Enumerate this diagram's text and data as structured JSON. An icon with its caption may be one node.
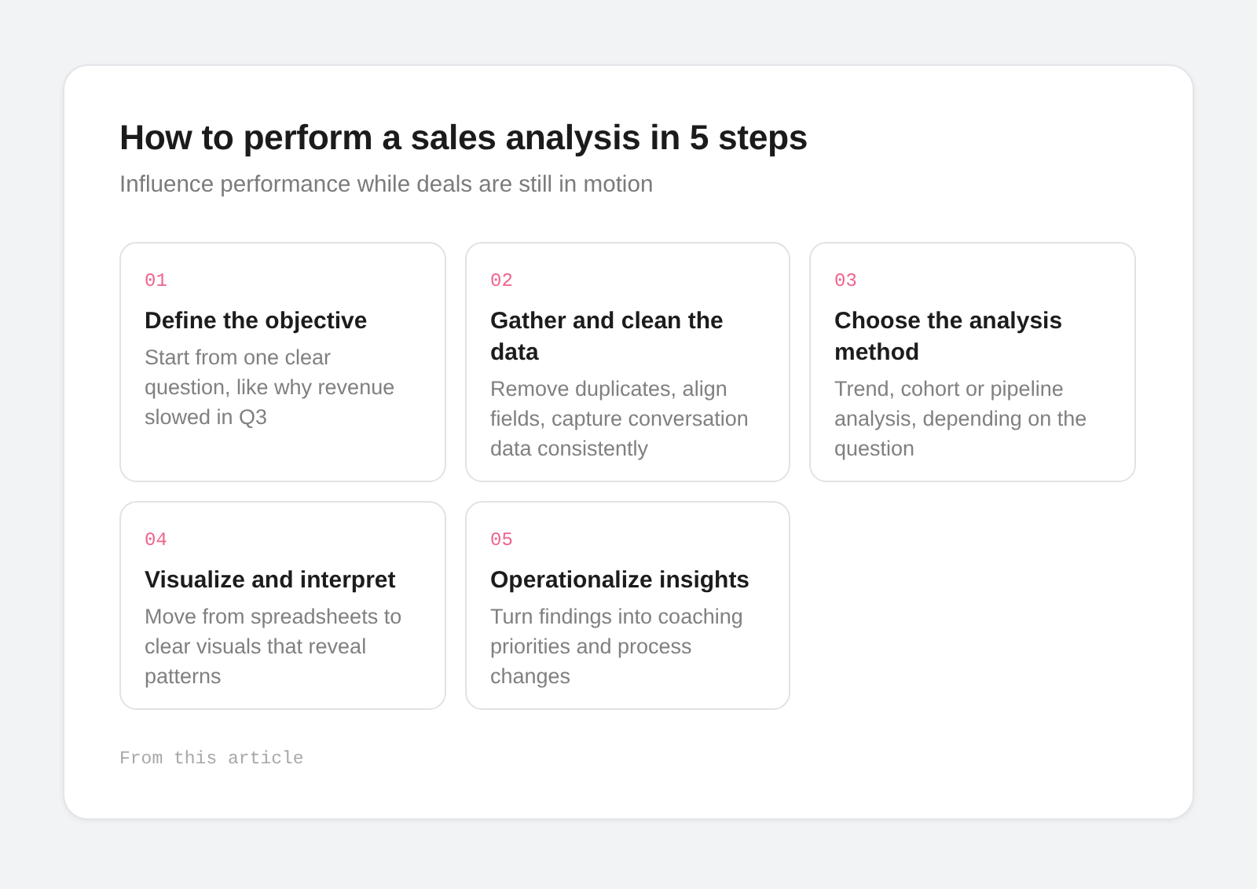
{
  "diagram": {
    "title": "How to perform a sales analysis in 5 steps",
    "caption": "Influence performance while deals are still in motion",
    "nodes": [
      {
        "text": [
          "01",
          "Define the objective",
          "Start from one clear question, like why revenue slowed in Q3"
        ]
      },
      {
        "text": [
          "02",
          "Gather and clean the data",
          "Remove duplicates, align fields, capture conversation data consistently"
        ]
      },
      {
        "text": [
          "03",
          "Choose the analysis method",
          "Trend, cohort or pipeline analysis, depending on the question"
        ]
      },
      {
        "text": [
          "04",
          "Visualize and interpret",
          "Move from spreadsheets to clear visuals that reveal patterns"
        ]
      },
      {
        "text": [
          "05",
          "Operationalize insights",
          "Turn findings into coaching priorities and process changes"
        ]
      }
    ],
    "labels": [
      "From this article"
    ]
  }
}
